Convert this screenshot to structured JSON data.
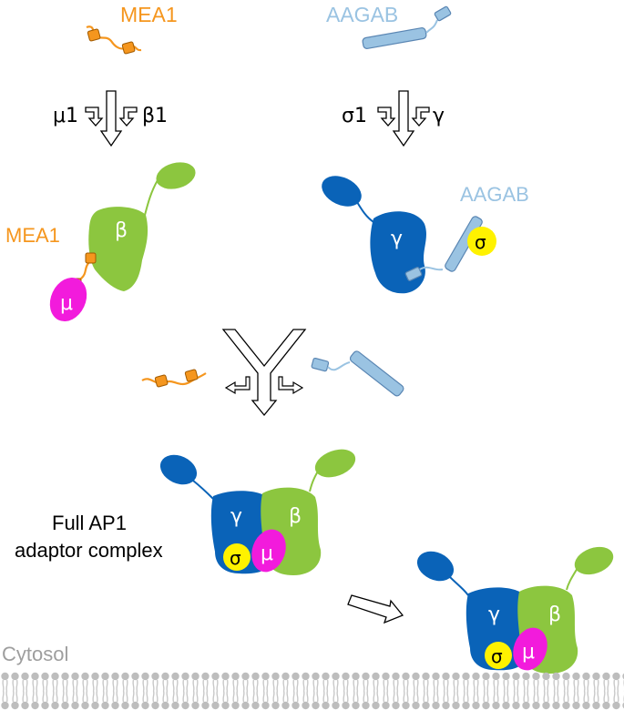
{
  "colors": {
    "mea1": "#f5961e",
    "aagab": "#9ac3e2",
    "aagab_stroke": "#5a86b3",
    "beta": "#8cc63f",
    "gamma": "#0a63b8",
    "mu": "#f21bdc",
    "sigma": "#fff200",
    "membrane": "#bdbdbd",
    "text": "#000000",
    "cytosol_text": "#9e9e9e"
  },
  "labels": {
    "mea1_top": "MEA1",
    "aagab_top": "AAGAB",
    "mu1": "μ1",
    "beta1": "β1",
    "sigma1": "σ1",
    "gamma": "γ",
    "mea1_mid": "MEA1",
    "aagab_mid": "AAGAB",
    "beta_sub": "β",
    "mu_sub": "μ",
    "gamma_sub": "γ",
    "sigma_sub": "σ",
    "full_line1": "Full AP1",
    "full_line2": "adaptor complex",
    "cytosol": "Cytosol"
  },
  "icons": [
    "down-arrow-icon",
    "merge-arrow-icon",
    "split-arrow-icon",
    "right-arrow-icon",
    "membrane-icon"
  ]
}
